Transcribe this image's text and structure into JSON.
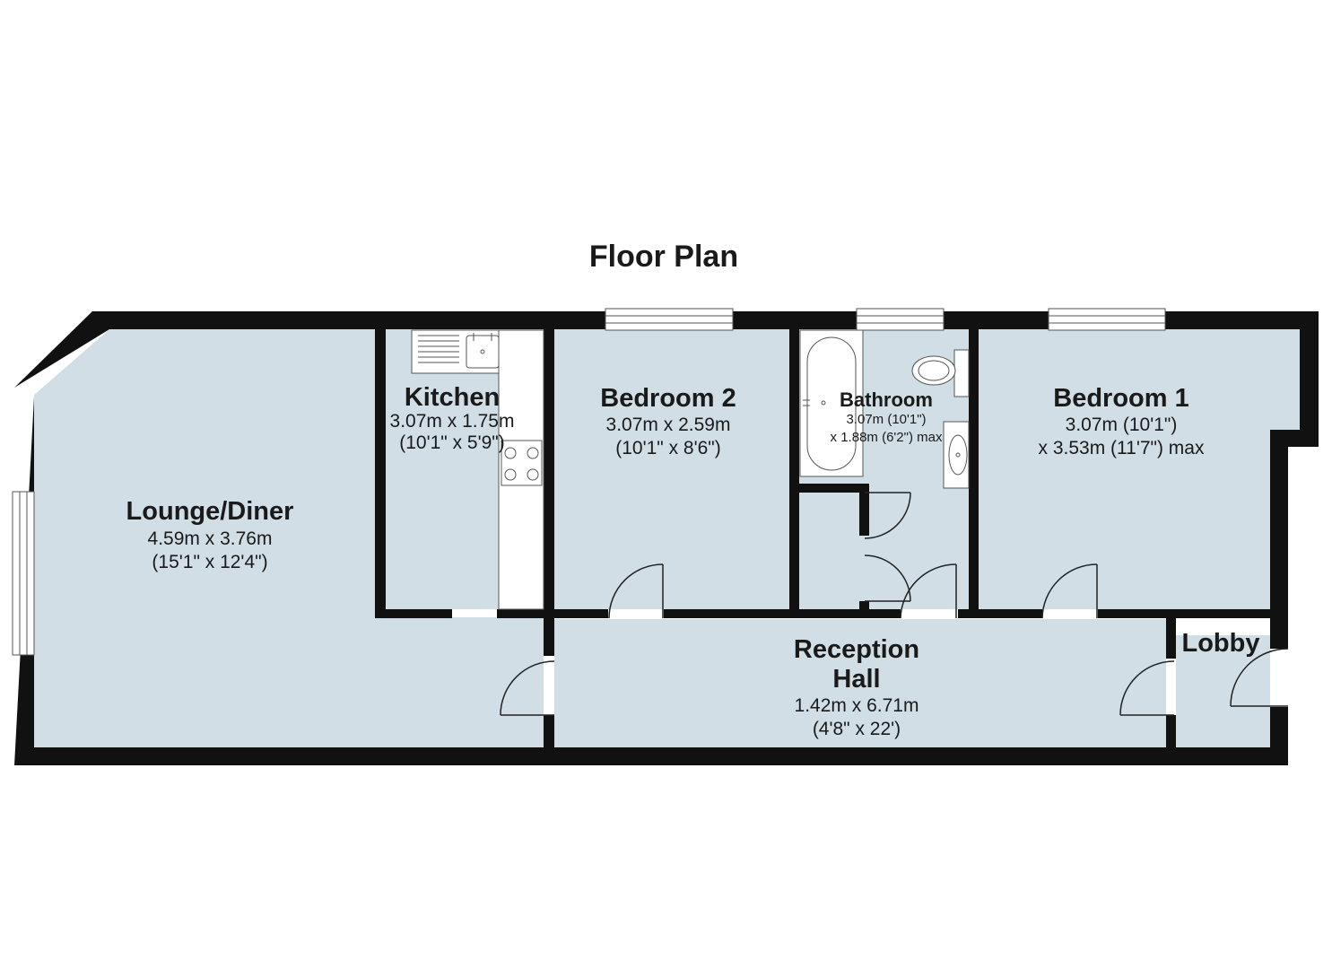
{
  "title": "Floor Plan",
  "colors": {
    "floor": "#d1dee6",
    "wall": "#111111",
    "fixture": "#ffffff"
  },
  "rooms": {
    "lounge": {
      "name": "Lounge/Diner",
      "dim1": "4.59m x 3.76m",
      "dim2": "(15'1\" x 12'4\")"
    },
    "kitchen": {
      "name": "Kitchen",
      "dim1": "3.07m x 1.75m",
      "dim2": "(10'1\" x 5'9\")"
    },
    "bedroom2": {
      "name": "Bedroom 2",
      "dim1": "3.07m x 2.59m",
      "dim2": "(10'1\" x 8'6\")"
    },
    "bathroom": {
      "name": "Bathroom",
      "dim1": "3.07m (10'1\")",
      "dim2": "x 1.88m (6'2\") max"
    },
    "bedroom1": {
      "name": "Bedroom 1",
      "dim1": "3.07m (10'1\")",
      "dim2": "x 3.53m (11'7\") max"
    },
    "reception": {
      "name1": "Reception",
      "name2": "Hall",
      "dim1": "1.42m x 6.71m",
      "dim2": "(4'8\" x 22')"
    },
    "lobby": {
      "name": "Lobby"
    }
  }
}
